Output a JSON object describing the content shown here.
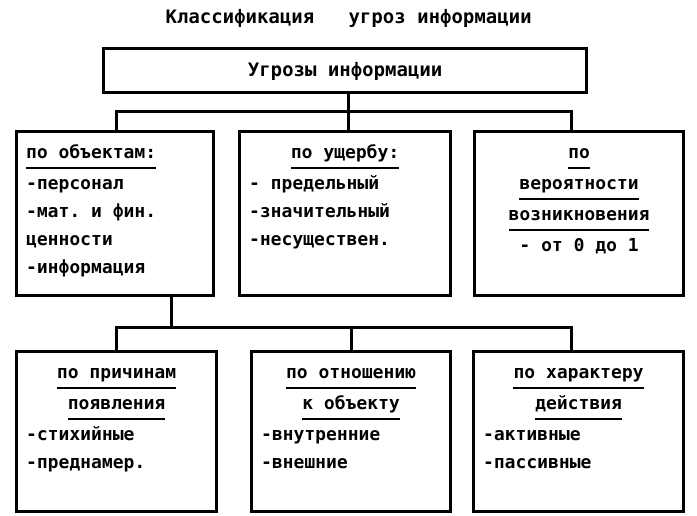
{
  "diagram": {
    "title": "Классификация   угроз информации",
    "root": {
      "label": "Угрозы информации"
    },
    "row1": [
      {
        "id": "po-obyektam",
        "header": [
          "по объектам:"
        ],
        "items": [
          "-персонал",
          "-мат. и фин.",
          "ценности",
          "-информация"
        ]
      },
      {
        "id": "po-ushcherbu",
        "header": [
          "по ущербу:"
        ],
        "items": [
          "- предельный",
          "-значительный",
          "-несуществен."
        ]
      },
      {
        "id": "po-veroyatnosti-vozniknoveniya",
        "header": [
          "по",
          "вероятности",
          "возникновения"
        ],
        "items": [
          "- от 0 до 1"
        ]
      }
    ],
    "row2": [
      {
        "id": "po-prichinam-poyavleniya",
        "header": [
          "по причинам",
          "появления"
        ],
        "items": [
          "-стихийные",
          "-преднамер."
        ]
      },
      {
        "id": "po-otnosheniyu-k-obyektu",
        "header": [
          "по отношению",
          "к объекту"
        ],
        "items": [
          "-внутренние",
          "-внешние"
        ]
      },
      {
        "id": "po-kharakteru-deystviya",
        "header": [
          "по характеру",
          "действия"
        ],
        "items": [
          "-активные",
          "-пассивные"
        ]
      }
    ],
    "colors": {
      "stroke": "#000000",
      "background": "#ffffff",
      "text": "#000000"
    }
  }
}
